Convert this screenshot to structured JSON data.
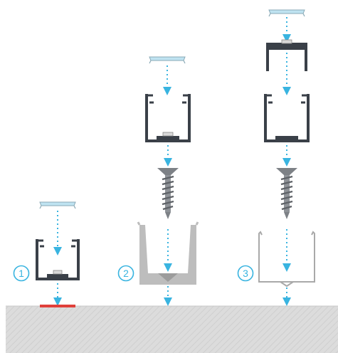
{
  "steps": [
    {
      "number": "1"
    },
    {
      "number": "2"
    },
    {
      "number": "3"
    }
  ],
  "colors": {
    "arrow": "#39b4e0",
    "profile": "#3a4048",
    "diffuser": "#bfe3f1",
    "diffuser_edge": "#8aa9b6",
    "screw": "#7d8186",
    "bracket_solid": "#bdbdbd",
    "bracket_wire": "#a9a9a9",
    "adhesive": "#e0403a",
    "surface": "#dcdcdc",
    "circle": "#39b4e0"
  }
}
